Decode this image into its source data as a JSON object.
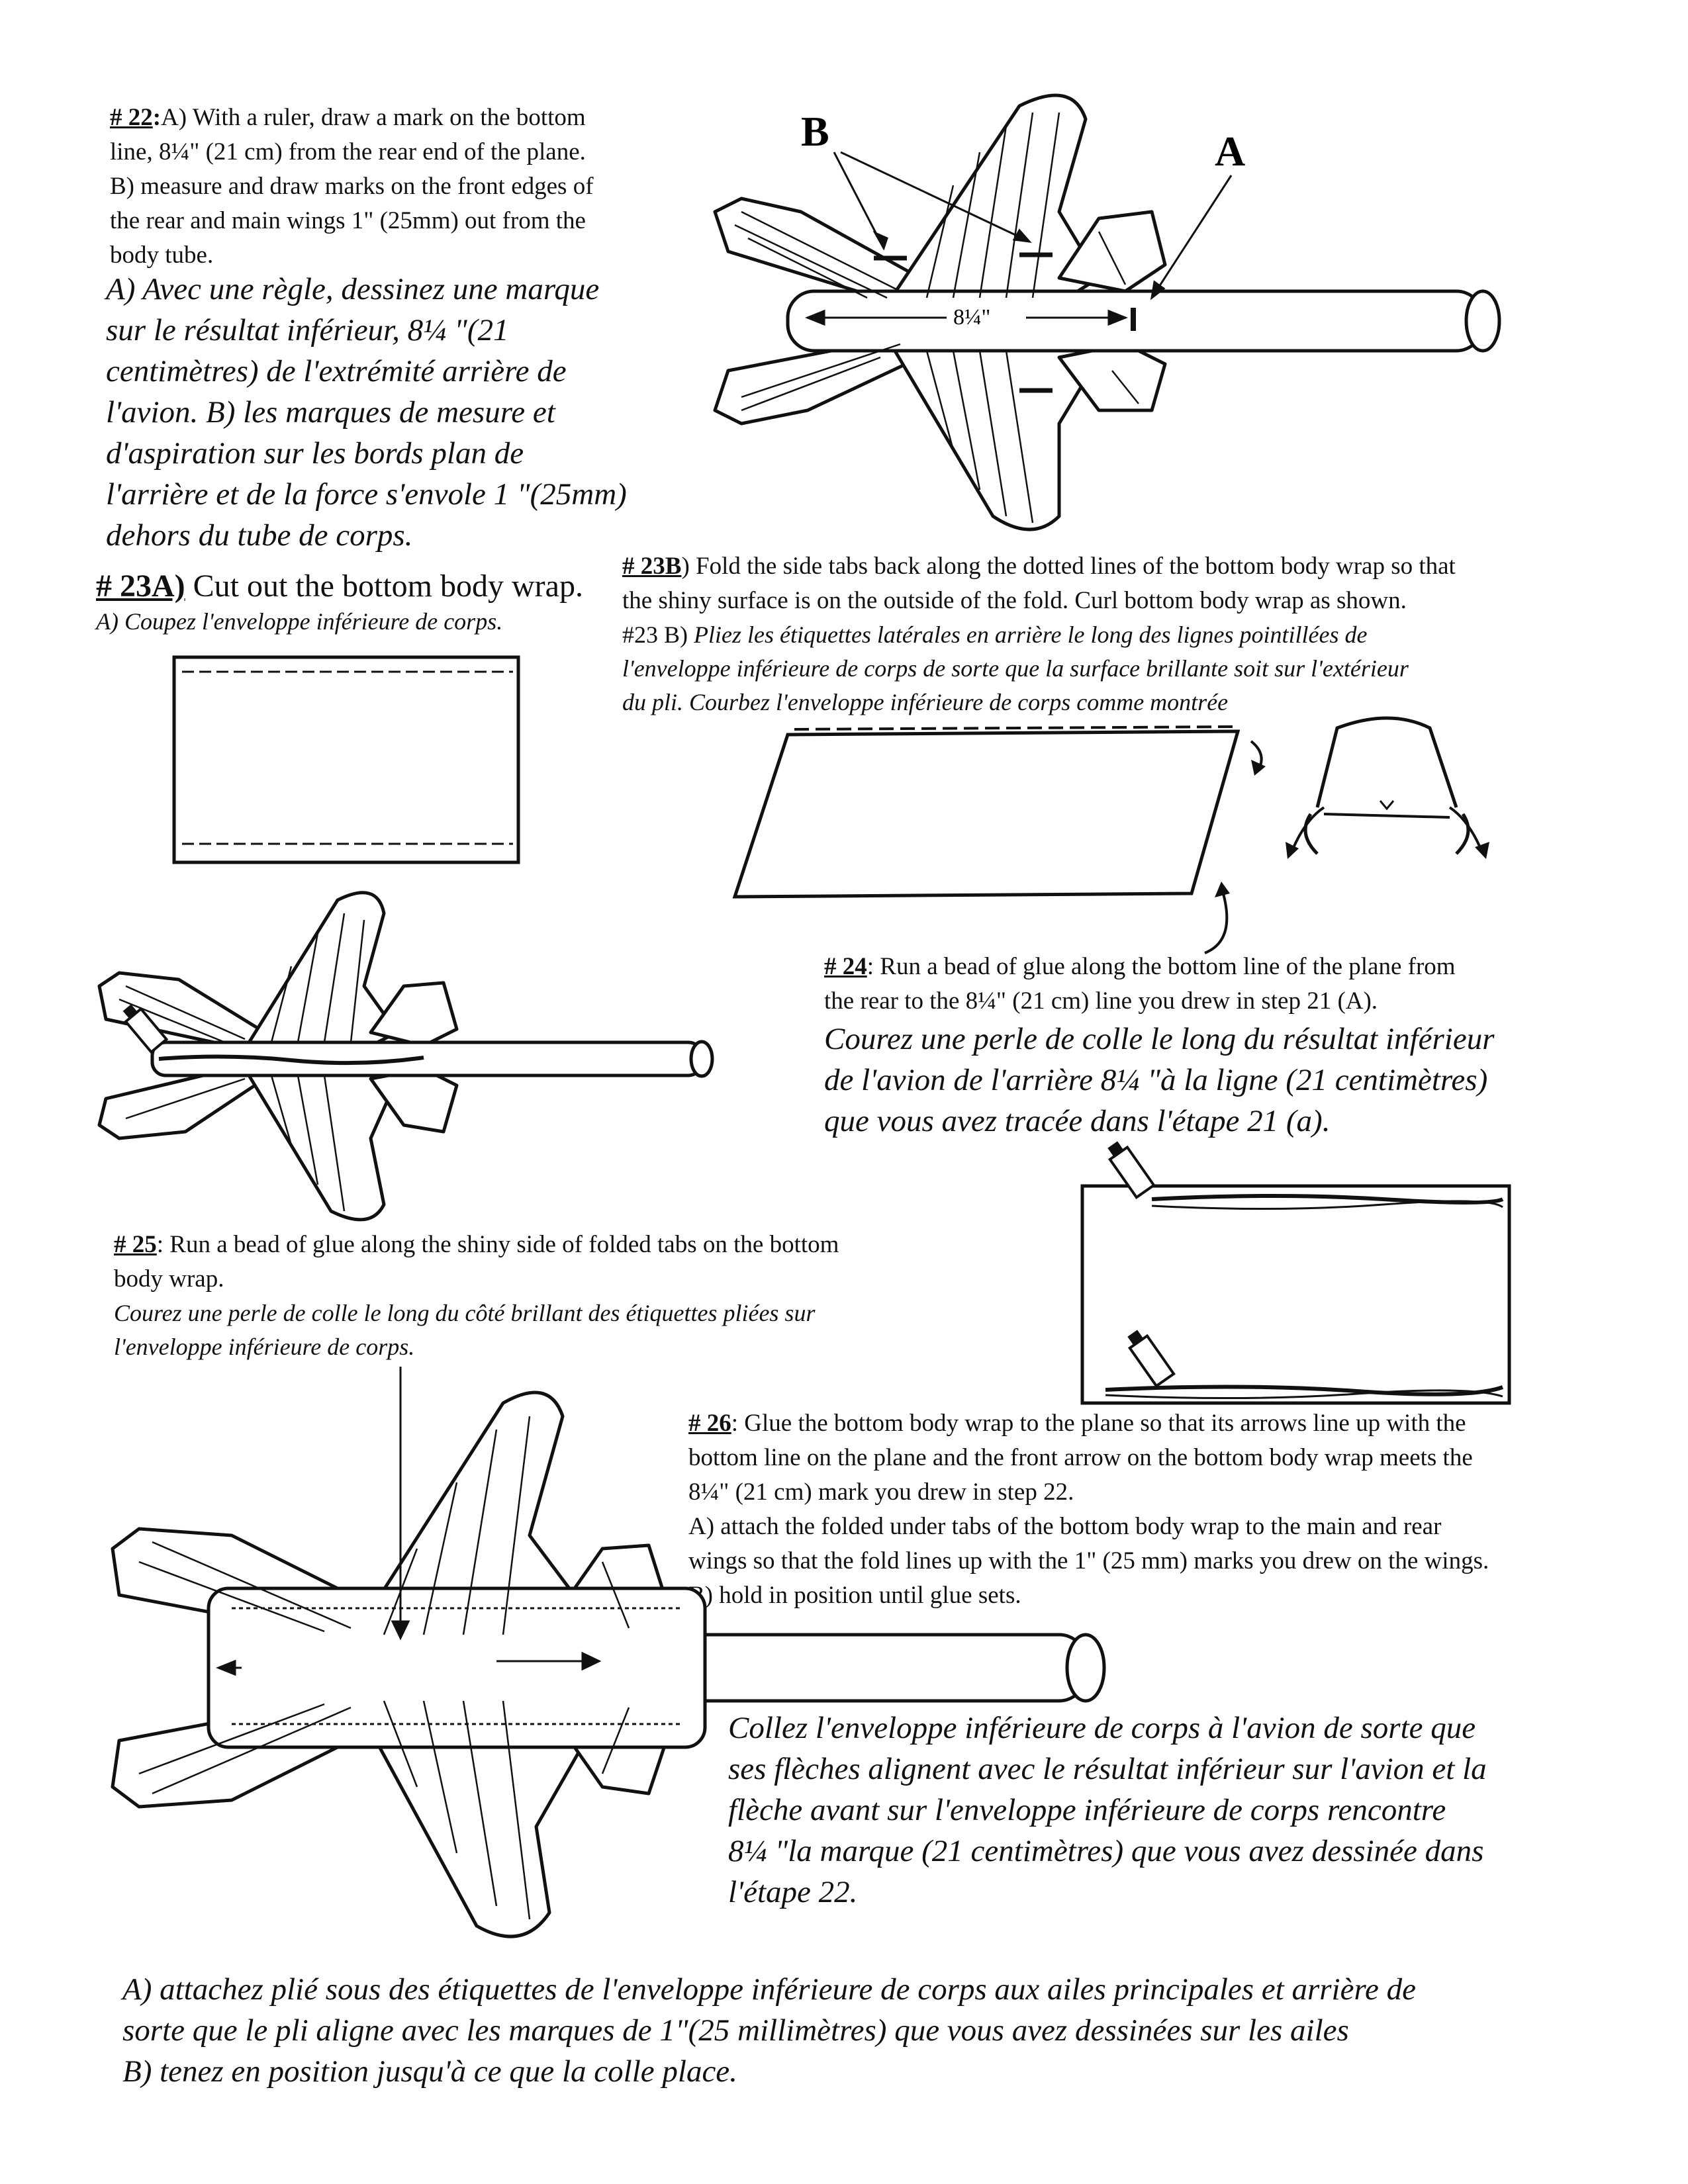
{
  "s22": {
    "num": "# 22",
    "en_lines": [
      "A)  With a ruler, draw a mark on the bottom",
      "line, 8¼\" (21 cm) from the rear end of the plane.",
      "B)  measure and draw marks on the front edges of",
      "the rear and main wings 1\" (25mm) out from the",
      "body tube."
    ],
    "fr_lines": [
      "A)  Avec une règle, dessinez une marque",
      "sur le résultat inférieur, 8¼ \"(21",
      "centimètres) de l'extrémité arrière de",
      "l'avion.  B) les marques de mesure et",
      "d'aspiration sur les bords plan de",
      "l'arrière et de la force s'envole 1 \"(25mm)",
      "dehors du tube de corps."
    ],
    "label_a": "A",
    "label_b": "B",
    "measure": "8¼\""
  },
  "s23a": {
    "num": "# 23A)",
    "en": "Cut out the bottom body wrap.",
    "fr": "A) Coupez l'enveloppe inférieure de corps."
  },
  "s23b": {
    "num": "# 23B",
    "en_lines": [
      ") Fold the side tabs back along the dotted lines of the bottom body wrap so that",
      "the shiny surface is on the outside of the fold. Curl bottom body wrap as shown."
    ],
    "fr_num": "#23 B)",
    "fr_lines": [
      "Pliez les étiquettes latérales en arrière le long des lignes pointillées de",
      "l'enveloppe inférieure de corps de sorte que la surface brillante soit sur l'extérieur",
      "du pli. Courbez l'enveloppe inférieure de corps comme montrée"
    ]
  },
  "s24": {
    "num": "# 24",
    "en_lines": [
      ":  Run a bead of glue along the bottom line of the plane from",
      "the rear to the 8¼\"  (21 cm) line you drew in step 21 (A)."
    ],
    "fr_lines": [
      "Courez une perle de colle le long du résultat inférieur",
      "de l'avion de l'arrière 8¼ \"à la ligne (21 centimètres)",
      "que vous avez tracée dans l'étape 21 (a)."
    ]
  },
  "s25": {
    "num": "# 25",
    "en_lines": [
      ":  Run a bead of glue along the shiny side of folded tabs on the bottom",
      "body wrap."
    ],
    "fr_lines": [
      "Courez une perle de colle le long du côté brillant des étiquettes pliées sur",
      "l'enveloppe inférieure de corps."
    ]
  },
  "s26": {
    "num": "# 26",
    "en_lines": [
      ":  Glue the bottom body wrap to the plane so that its arrows line up with the",
      "bottom line on the plane and the front arrow on the bottom body wrap meets the",
      "8¼\" (21 cm) mark you drew in step 22.",
      "A)  attach the  folded under tabs of the bottom body wrap to the main and rear",
      "wings so that the fold lines up with the 1\" (25 mm) marks you drew on the wings.",
      "B)  hold in position until glue sets."
    ],
    "fr_lines": [
      "Collez l'enveloppe inférieure de corps à l'avion de sorte que",
      "ses flèches alignent avec le résultat inférieur sur l'avion et la",
      "flèche avant sur l'enveloppe inférieure de corps rencontre",
      "8¼ \"la marque (21 centimètres) que vous avez dessinée dans",
      "l'étape 22."
    ],
    "fr2_lines": [
      "A) attachez plié sous des étiquettes de l'enveloppe inférieure de corps aux ailes principales et arrière de",
      "sorte que le pli aligne avec les marques de 1\"(25 millimètres) que vous avez dessinées sur les ailes",
      "B) tenez en position jusqu'à ce que la colle place."
    ]
  }
}
